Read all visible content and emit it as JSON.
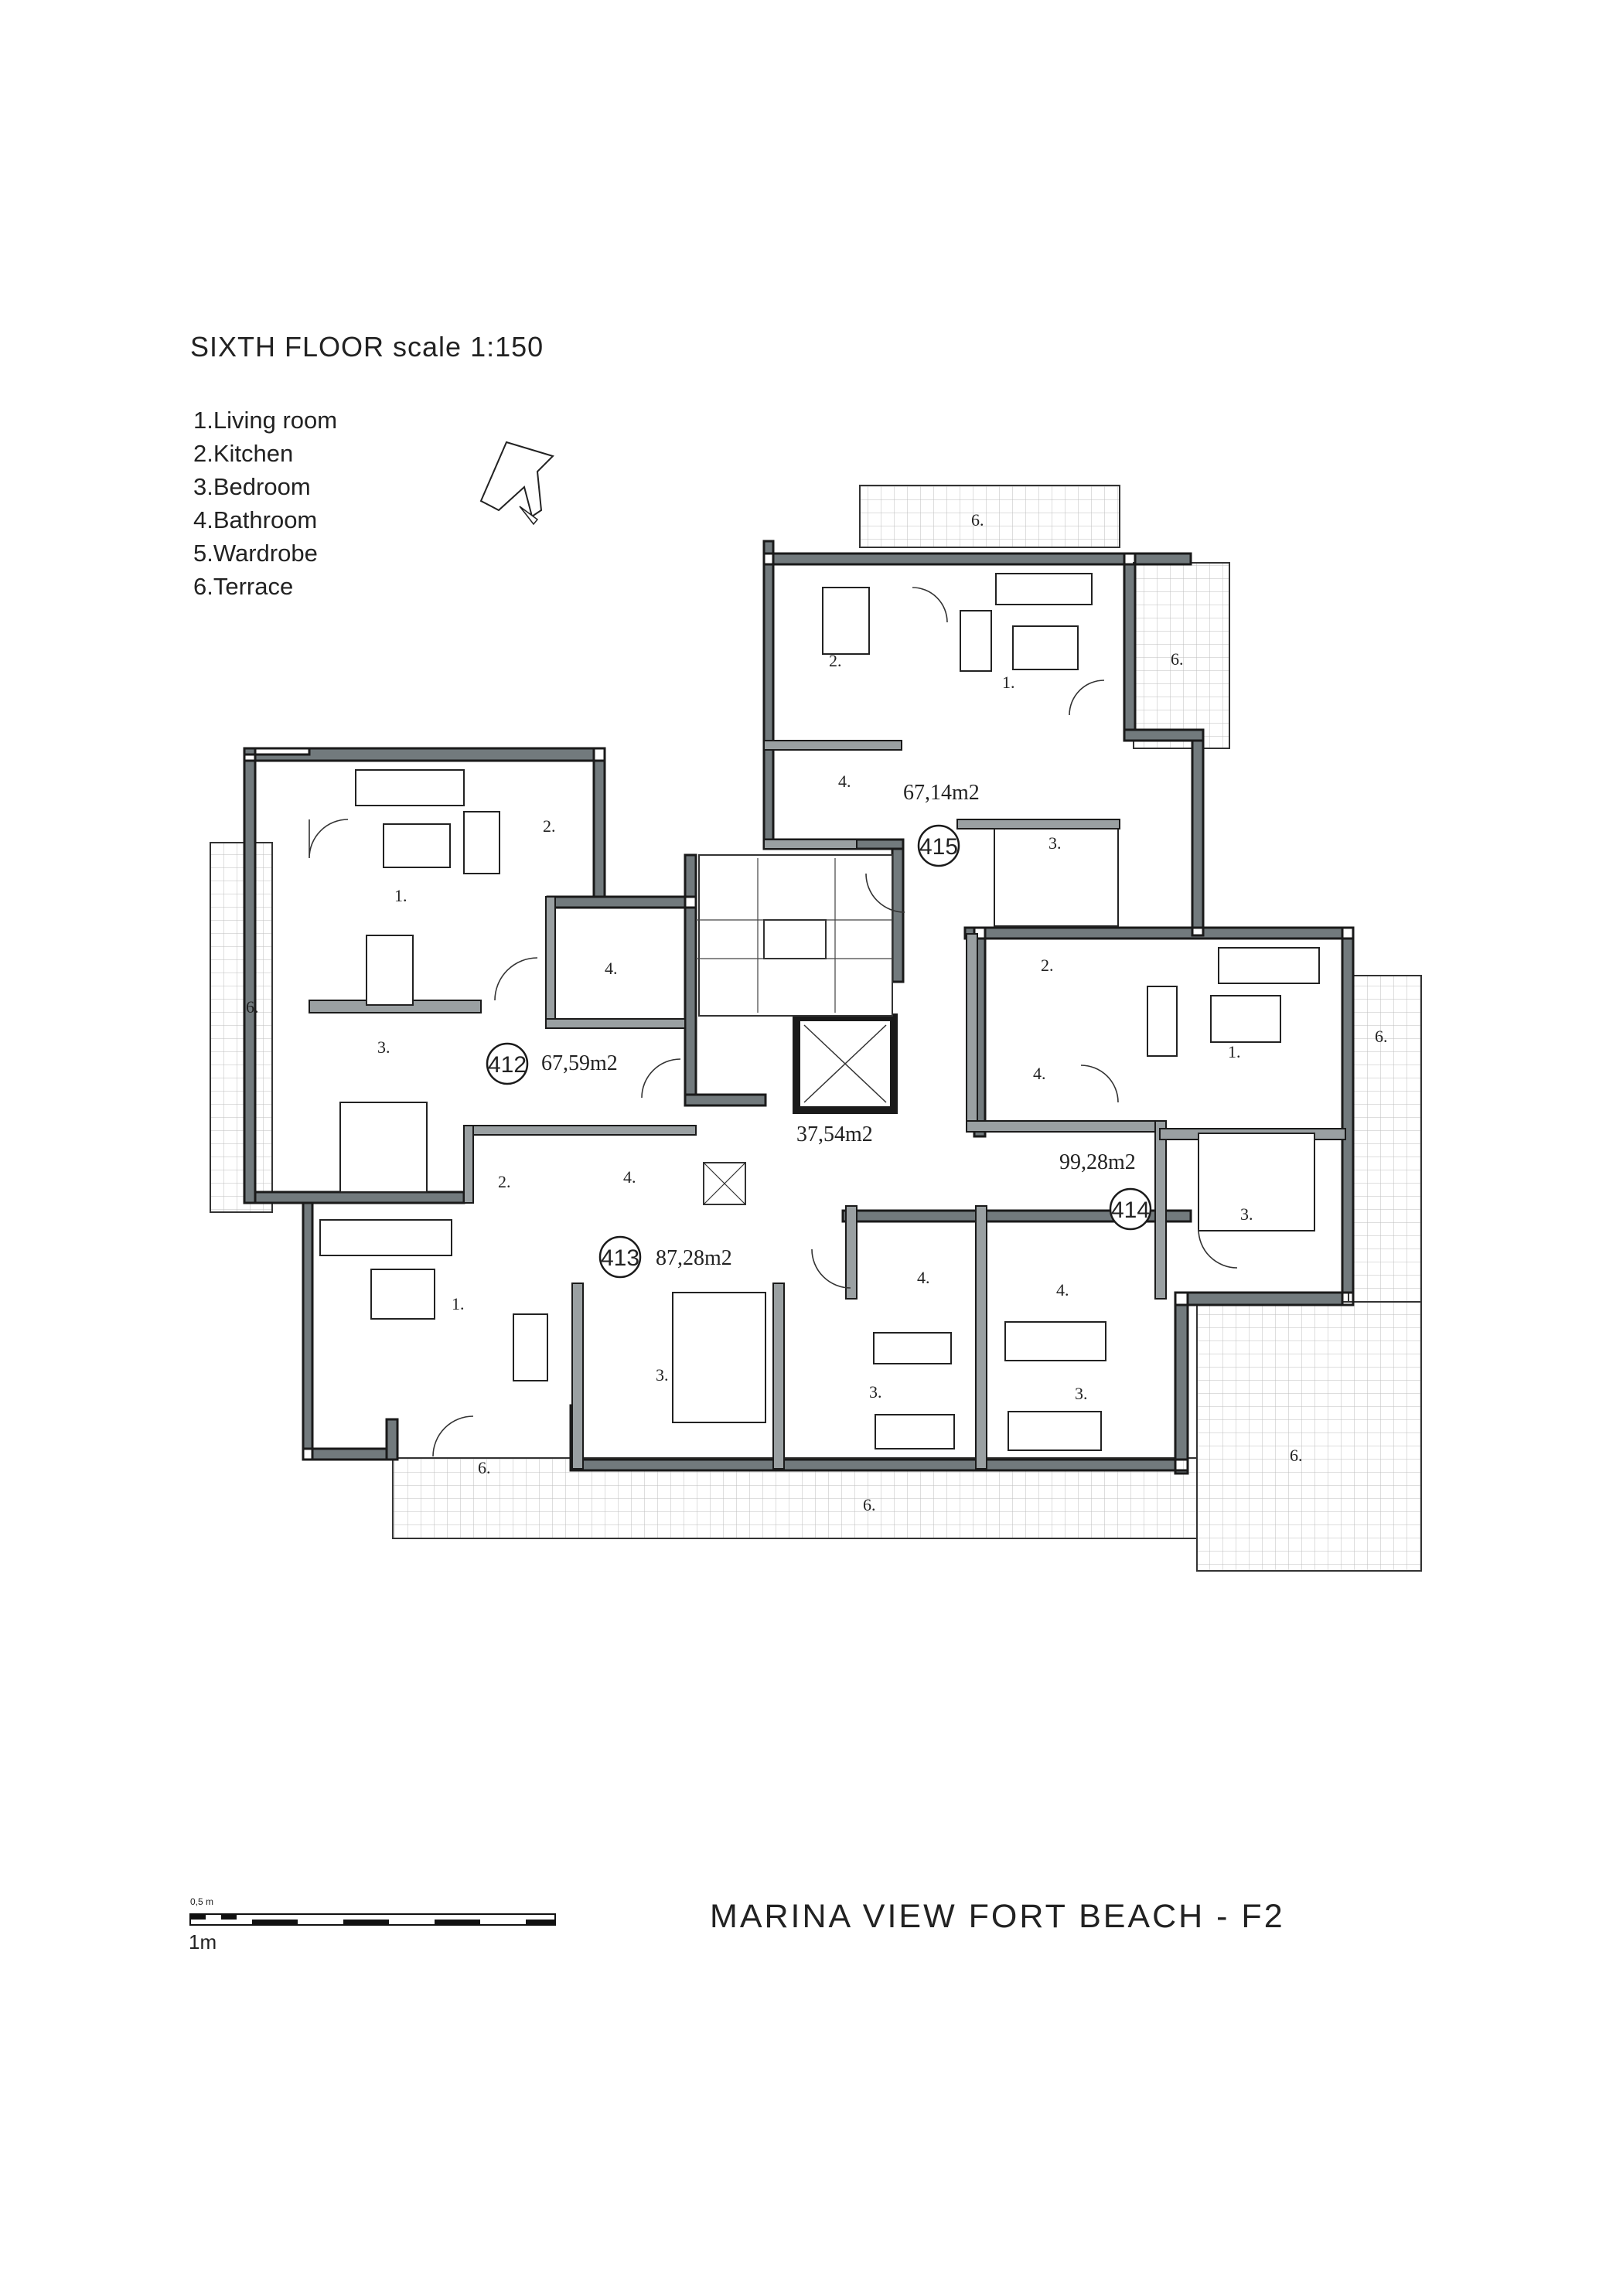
{
  "header": {
    "title": "SIXTH FLOOR scale 1:150"
  },
  "legend": {
    "items": [
      "1.Living room",
      "2.Kitchen",
      "3.Bedroom",
      "4.Bathroom",
      "5.Wardrobe",
      "6.Terrace"
    ]
  },
  "units": [
    {
      "number": "412",
      "area": "67,59m2"
    },
    {
      "number": "413",
      "area": "87,28m2"
    },
    {
      "number": "414",
      "area": "99,28m2"
    },
    {
      "number": "415",
      "area": "67,14m2"
    }
  ],
  "common_area": "37,54m2",
  "room_labels": {
    "living": "1.",
    "kitchen": "2.",
    "bedroom": "3.",
    "bathroom": "4.",
    "terrace": "6."
  },
  "scale_bar": {
    "small_label": "0,5 m",
    "big_label": "1m"
  },
  "footer": {
    "project": "MARINA VIEW FORT BEACH - F2"
  },
  "colors": {
    "wall": "#727a7d",
    "line": "#1a1a1a",
    "terrace_grid": "#bdbdbd"
  },
  "icons": [
    "north-arrow-icon"
  ]
}
